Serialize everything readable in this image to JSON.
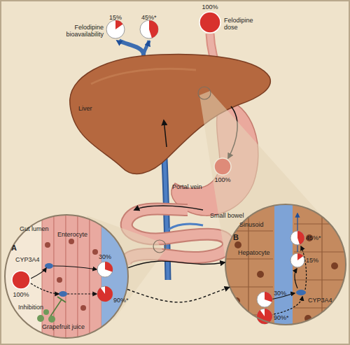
{
  "diagram": {
    "nodes": [
      {
        "text": [
          "A"
        ]
      },
      {
        "text": [
          "B"
        ]
      }
    ],
    "edges": [
      {
        "from": 0,
        "to": 1,
        "arrow": "to"
      },
      {
        "from": 0,
        "to": 1,
        "arrow": "to"
      }
    ],
    "labels": [
      "15%",
      "45%*",
      "Felodipine bioavailability",
      "100%",
      "Felodipine dose",
      "Liver",
      "Portal vein",
      "100%",
      "Small bowel",
      "Gut lumen",
      "Enterocyte",
      "CYP3A4",
      "100%",
      "30%",
      "90%*",
      "Inhibition",
      "Grapefruit juice",
      "Sinusoid",
      "Hepatocyte",
      "45%*",
      "15%",
      "30%",
      "90%*",
      "CYP3A4"
    ]
  }
}
